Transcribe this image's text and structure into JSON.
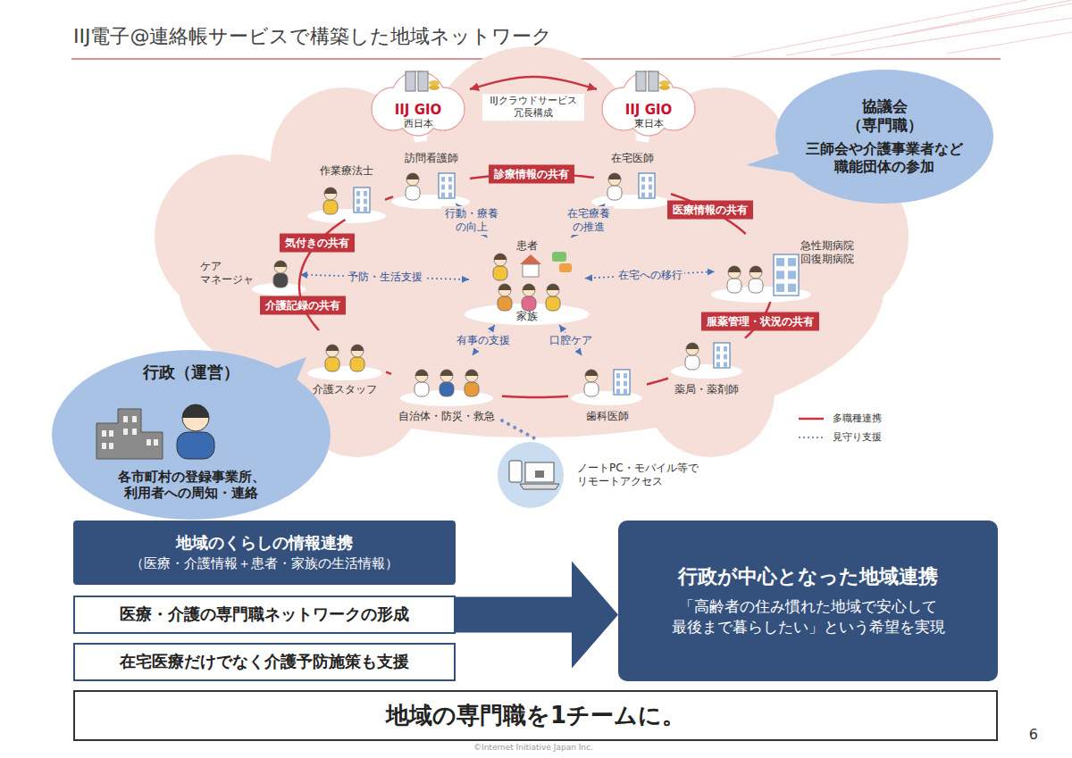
{
  "diagram": {
    "title": "IIJ電子@連絡帳サービスで構築した地域ネットワーク",
    "nodes": [
      {
        "text": [
          "IIJ GIO",
          "西日本"
        ]
      },
      {
        "text": [
          "IIJ GIO",
          "東日本"
        ]
      },
      {
        "text": [
          "協議会 （専門職）",
          "三師会や介護事業者など 職能団体の参加"
        ]
      },
      {
        "text": [
          "作業療法士"
        ]
      },
      {
        "text": [
          "訪問看護師"
        ]
      },
      {
        "text": [
          "在宅医師"
        ]
      },
      {
        "text": [
          "ケア マネージャ"
        ]
      },
      {
        "text": [
          "患者",
          "家族"
        ]
      },
      {
        "text": [
          "急性期病院 回復期病院"
        ]
      },
      {
        "text": [
          "介護スタッフ"
        ]
      },
      {
        "text": [
          "自治体・防災・救急"
        ]
      },
      {
        "text": [
          "歯科医師"
        ]
      },
      {
        "text": [
          "薬局・薬剤師"
        ]
      },
      {
        "text": [
          "行政（運営）",
          "各市町村の登録事業所、 利用者への周知・連絡"
        ]
      },
      {
        "text": [
          "ノートPC・モバイル等で リモートアクセス"
        ]
      },
      {
        "text": [
          "地域のくらしの情報連携",
          "（医療・介護情報＋患者・家族の生活情報）"
        ]
      },
      {
        "text": [
          "医療・介護の専門職ネットワークの形成"
        ]
      },
      {
        "text": [
          "在宅医療だけでなく介護予防施策も支援"
        ]
      },
      {
        "text": [
          "行政が中心となった地域連携",
          "「高齢者の住み慣れた地域で安心して 最後まで暮らしたい」という希望を実現"
        ]
      },
      {
        "text": [
          "地域の専門職を1チームに。"
        ]
      }
    ],
    "edges": [
      {
        "from": 0,
        "to": 1,
        "arrow": "both",
        "label": "IIJクラウドサービス 冗長構成"
      },
      {
        "from": 4,
        "to": 5,
        "arrow": "none",
        "label": "診療情報の共有"
      },
      {
        "from": 5,
        "to": 8,
        "arrow": "none",
        "label": "医療情報の共有"
      },
      {
        "from": 8,
        "to": 12,
        "arrow": "none",
        "label": "服薬管理・状況の共有"
      },
      {
        "from": 12,
        "to": 11,
        "arrow": "none"
      },
      {
        "from": 11,
        "to": 10,
        "arrow": "none"
      },
      {
        "from": 10,
        "to": 9,
        "arrow": "none"
      },
      {
        "from": 9,
        "to": 6,
        "arrow": "none",
        "label": "介護記録の共有"
      },
      {
        "from": 6,
        "to": 3,
        "arrow": "none",
        "label": "気付きの共有"
      },
      {
        "from": 3,
        "to": 4,
        "arrow": "none"
      },
      {
        "from": 7,
        "to": 4,
        "arrow": "both",
        "label": "行動・療養の向上"
      },
      {
        "from": 7,
        "to": 5,
        "arrow": "both",
        "label": "在宅療養の推進"
      },
      {
        "from": 7,
        "to": 8,
        "arrow": "both",
        "label": "在宅への移行"
      },
      {
        "from": 7,
        "to": 11,
        "arrow": "both",
        "label": "口腔ケア"
      },
      {
        "from": 7,
        "to": 10,
        "arrow": "both",
        "label": "有事の支援"
      },
      {
        "from": 7,
        "to": 6,
        "arrow": "both",
        "label": "予防・生活支援"
      },
      {
        "from": 10,
        "to": 14,
        "arrow": "none"
      },
      {
        "from": 16,
        "to": 18,
        "arrow": "to"
      }
    ],
    "labels": [
      "6",
      "©Internet Initiative Japan Inc."
    ],
    "legend": [
      {
        "text": "多職種連携"
      },
      {
        "text": "見守り支援"
      }
    ]
  }
}
